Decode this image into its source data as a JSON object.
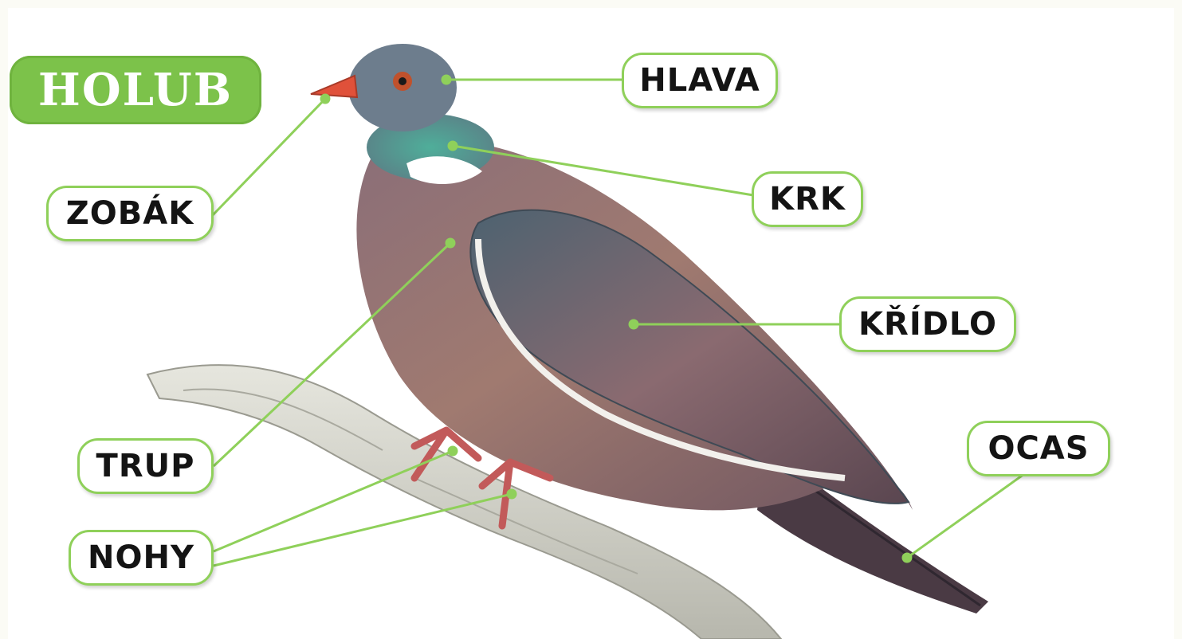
{
  "title": "HOLUB",
  "labels": {
    "hlava": "HLAVA",
    "krk": "KRK",
    "zobak": "ZOBÁK",
    "kridlo": "KŘÍDLO",
    "trup": "TRUP",
    "ocas": "OCAS",
    "nohy": "NOHY"
  },
  "colors": {
    "title_background": "#7cc24a",
    "label_border": "#8fd05a",
    "leader_line": "#8fd05a"
  }
}
